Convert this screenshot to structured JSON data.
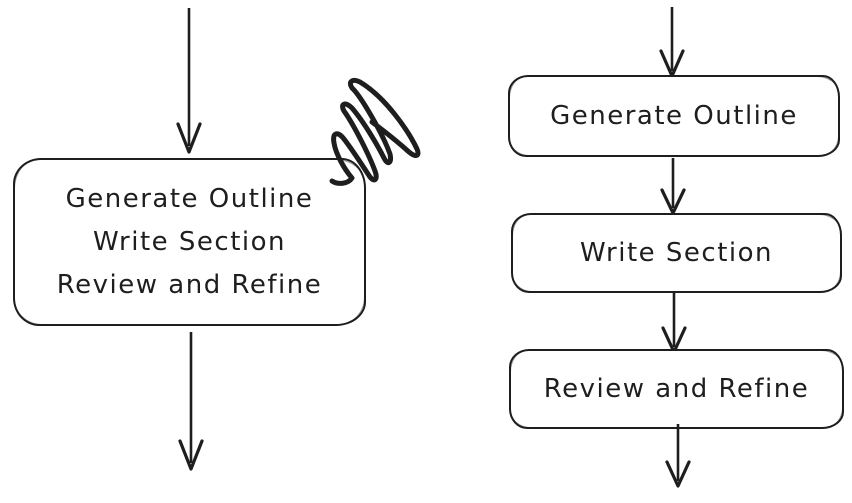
{
  "diagram": {
    "type": "flowchart-comparison",
    "style": "hand-drawn sketch (excalidraw-like)",
    "colors": {
      "stroke": "#1e1e1e",
      "background": "#ffffff"
    },
    "left_flow": {
      "description": "single combined node with incoming and outgoing arrows, marked with a scratch scribble",
      "node_lines": [
        "Generate Outline",
        "Write Section",
        "Review and Refine"
      ]
    },
    "right_flow": {
      "description": "three sequential nodes connected by arrows",
      "nodes": [
        "Generate Outline",
        "Write Section",
        "Review and Refine"
      ]
    },
    "icons": {
      "arrow": "down-arrow",
      "scribble": "scratch-out-scribble"
    }
  }
}
